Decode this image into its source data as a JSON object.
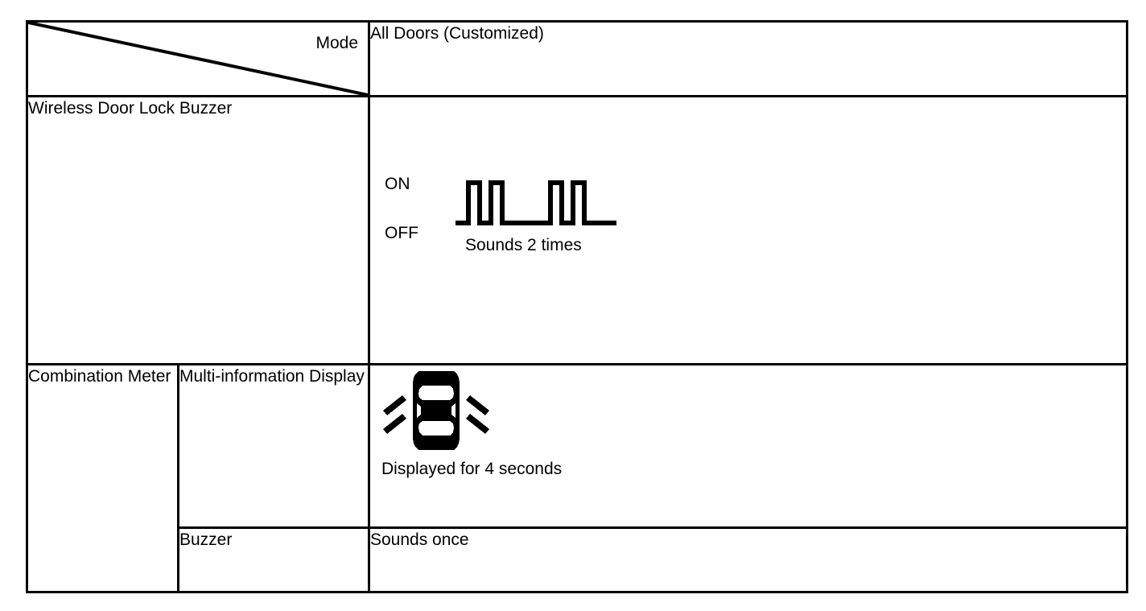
{
  "table": {
    "header": {
      "corner_label": "Mode",
      "mode_value": "All Doors (Customized)"
    },
    "rows": [
      {
        "id": "wireless-door-lock-buzzer",
        "label": "Wireless Door Lock Buzzer",
        "waveform": {
          "on_label": "ON",
          "off_label": "OFF",
          "caption": "Sounds 2 times",
          "pulse_count": 4,
          "groups": 2,
          "pulses_per_group": 2
        }
      },
      {
        "id": "combination-meter",
        "label": "Combination Meter",
        "sub_rows": [
          {
            "id": "multi-information-display",
            "label": "Multi-information Display",
            "icon": "car-top-view-with-hazard-flash-icon",
            "caption": "Displayed for 4 seconds"
          },
          {
            "id": "buzzer",
            "label": "Buzzer",
            "value": "Sounds once"
          }
        ]
      }
    ]
  },
  "style": {
    "line_color": "#000000",
    "background": "#ffffff"
  }
}
